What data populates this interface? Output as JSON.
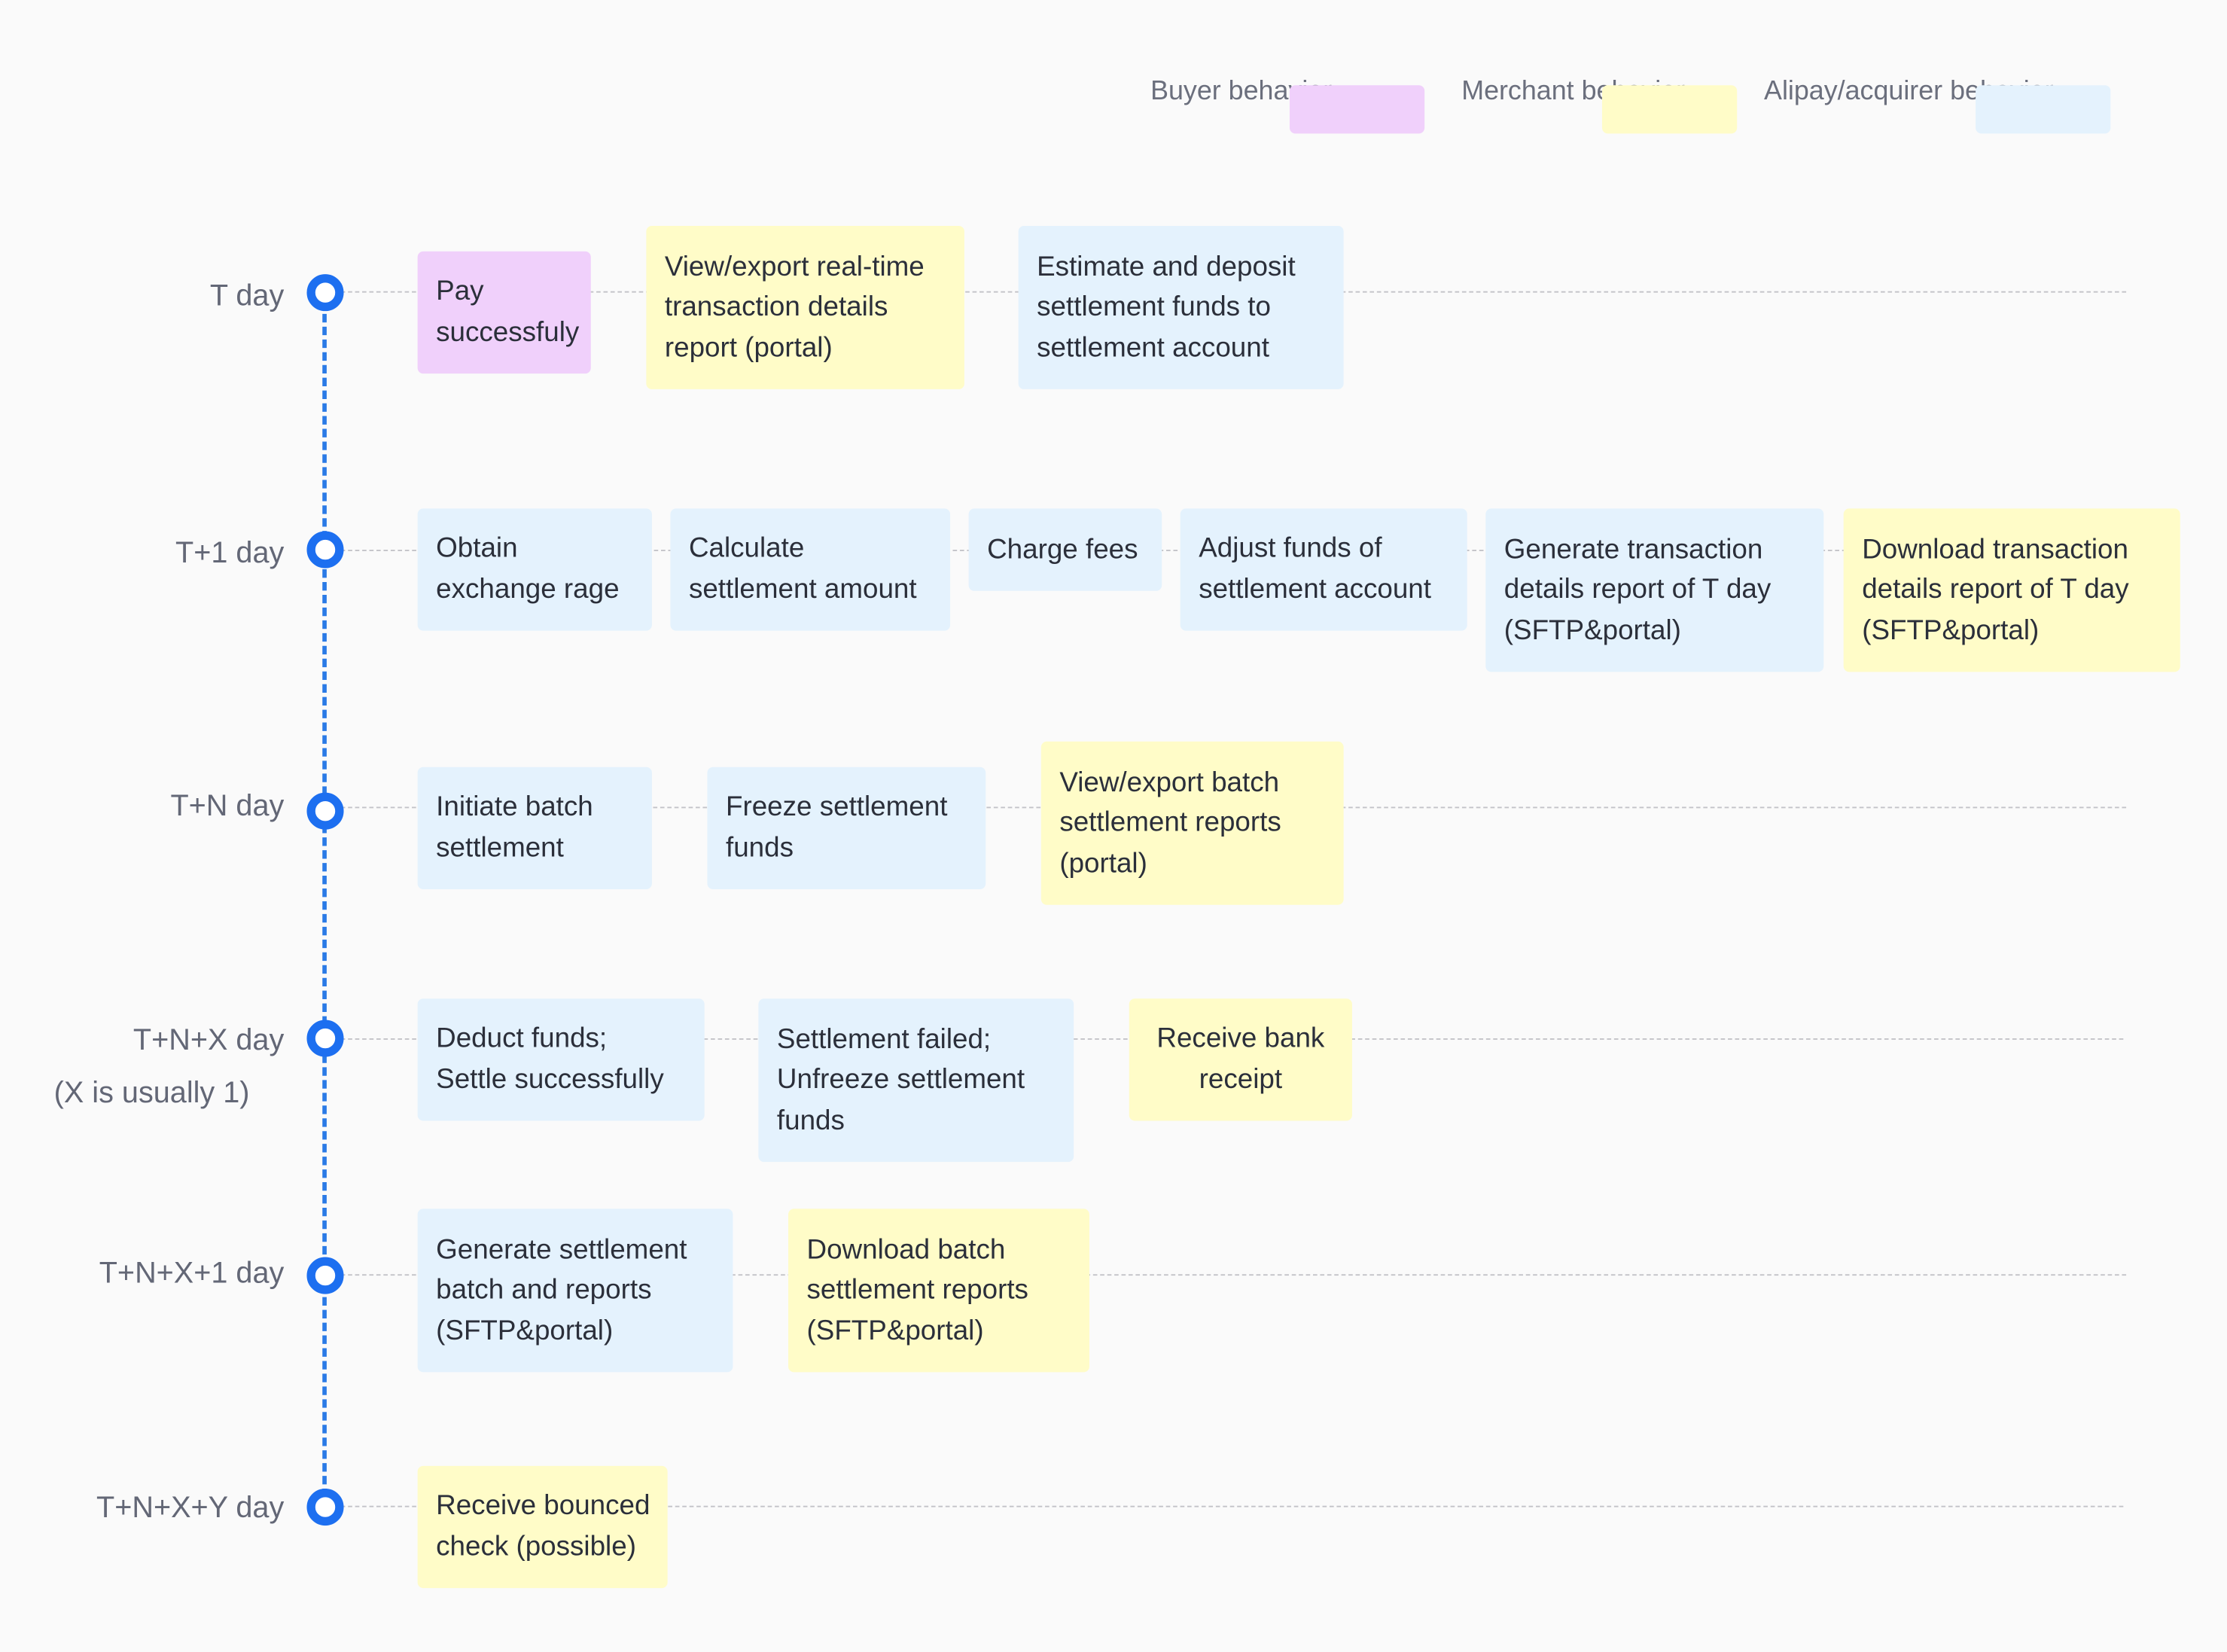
{
  "legend": [
    {
      "label": "Buyer\nbehavior",
      "role": "buyer",
      "color": "#f0d0fb"
    },
    {
      "label": "Merchant\nbehavior",
      "role": "merchant",
      "color": "#fffcc8"
    },
    {
      "label": "Alipay/acquirer\nbehavior",
      "role": "alipay",
      "color": "#e4f2fd"
    }
  ],
  "timeline_color": "#1d6ff0",
  "rows": [
    {
      "day": "T day",
      "steps": [
        {
          "text": "Pay\nsuccessfuly",
          "role": "buyer"
        },
        {
          "text": "View/export real-time\ntransaction details\nreport (portal)",
          "role": "merchant"
        },
        {
          "text": "Estimate and deposit\nsettlement funds to\nsettlement account",
          "role": "alipay"
        }
      ]
    },
    {
      "day": "T+1 day",
      "steps": [
        {
          "text": "Obtain\nexchange rage",
          "role": "alipay"
        },
        {
          "text": "Calculate\nsettlement amount",
          "role": "alipay"
        },
        {
          "text": "Charge fees",
          "role": "alipay"
        },
        {
          "text": "Adjust funds of\nsettlement account",
          "role": "alipay"
        },
        {
          "text": "Generate transaction\ndetails report of T day\n(SFTP&portal)",
          "role": "alipay"
        },
        {
          "text": "Download transaction\ndetails report of T day\n(SFTP&portal)",
          "role": "merchant"
        }
      ]
    },
    {
      "day": "T+N day",
      "steps": [
        {
          "text": "Initiate batch\nsettlement",
          "role": "alipay"
        },
        {
          "text": "Freeze settlement\nfunds",
          "role": "alipay"
        },
        {
          "text": "View/export batch\nsettlement reports\n(portal)",
          "role": "merchant"
        }
      ]
    },
    {
      "day": "T+N+X day",
      "note": "(X is usually 1)",
      "steps": [
        {
          "text": "Deduct funds;\nSettle successfully",
          "role": "alipay"
        },
        {
          "text": "Settlement failed;\nUnfreeze settlement\nfunds",
          "role": "alipay"
        },
        {
          "text": "Receive bank\nreceipt",
          "role": "merchant"
        }
      ]
    },
    {
      "day": "T+N+X+1 day",
      "steps": [
        {
          "text": "Generate settlement\nbatch and reports\n(SFTP&portal)",
          "role": "alipay"
        },
        {
          "text": "Download batch\nsettlement reports\n(SFTP&portal)",
          "role": "merchant"
        }
      ]
    },
    {
      "day": "T+N+X+Y day",
      "steps": [
        {
          "text": "Receive bounced\ncheck (possible)",
          "role": "merchant"
        }
      ]
    }
  ]
}
